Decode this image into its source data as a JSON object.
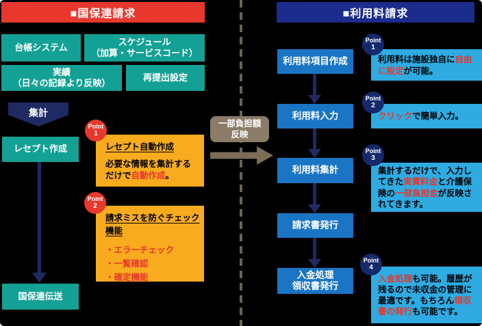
{
  "colors": {
    "background": "#000000",
    "header_red": "#e8382d",
    "header_blue": "#1b2c8c",
    "teal": "#14a195",
    "navy_arrow": "#1f2a63",
    "point_circle_red": "#e8382d",
    "point_circle_navy": "#15296b",
    "process_blue": "#1a75c5",
    "info_light_blue": "#2fabe2",
    "orange": "#f8ab1e",
    "tan": "#8b7c67",
    "arrow_brown": "#7c6d58",
    "highlight_red": "#e8372c"
  },
  "left_section": {
    "header": "■国保連請求",
    "daicho_box": "台帳システム",
    "schedule_box": "スケジュール\n（加算・サービスコード）",
    "jisseki_box": "実績\n（日々の記録より反映）",
    "saiteishutsu_box": "再提出設定",
    "shukei_arrow": "集計",
    "receipt_box": "レセプト作成",
    "densou_box": "国保連伝送",
    "point1": {
      "label": "Point",
      "num": "1",
      "title": "レセプト自動作成",
      "body": [
        {
          "t": "必要な情報を集計するだけで"
        },
        {
          "t": "自動作成",
          "red": true
        },
        {
          "t": "。"
        }
      ]
    },
    "point2": {
      "label": "Point",
      "num": "2",
      "title": "請求ミスを防ぐチェック機能",
      "bullets": "・エラーチェック\n・一覧確認\n・確定機能"
    }
  },
  "middle": {
    "transfer_label": "一部負担額\n反映"
  },
  "right_section": {
    "header": "■利用料請求",
    "steps": [
      "利用料項目作成",
      "利用料入力",
      "利用料集計",
      "請求書発行",
      "入金処理\n領収書発行"
    ],
    "point1": {
      "label": "Point",
      "num": "1",
      "segments": [
        {
          "t": "利用料は施設独自に"
        },
        {
          "t": "自由に設定",
          "red": true
        },
        {
          "t": "が可能。"
        }
      ]
    },
    "point2": {
      "label": "Point",
      "num": "2",
      "segments": [
        {
          "t": "クリック",
          "red": true
        },
        {
          "t": "で簡単入力。"
        }
      ]
    },
    "point3": {
      "label": "Point",
      "num": "3",
      "segments": [
        {
          "t": "集計するだけで、入力してきた"
        },
        {
          "t": "実費料金",
          "red": true
        },
        {
          "t": "と介護保険の"
        },
        {
          "t": "一部負担金",
          "red": true
        },
        {
          "t": "が反映されてきます。"
        }
      ]
    },
    "point4": {
      "label": "Point",
      "num": "4",
      "segments": [
        {
          "t": "入金処理",
          "red": true
        },
        {
          "t": "も可能。履歴が残るので未収金の管理に最適です。もちろん"
        },
        {
          "t": "領収書の発行",
          "red": true
        },
        {
          "t": "も可能です。"
        }
      ]
    }
  }
}
